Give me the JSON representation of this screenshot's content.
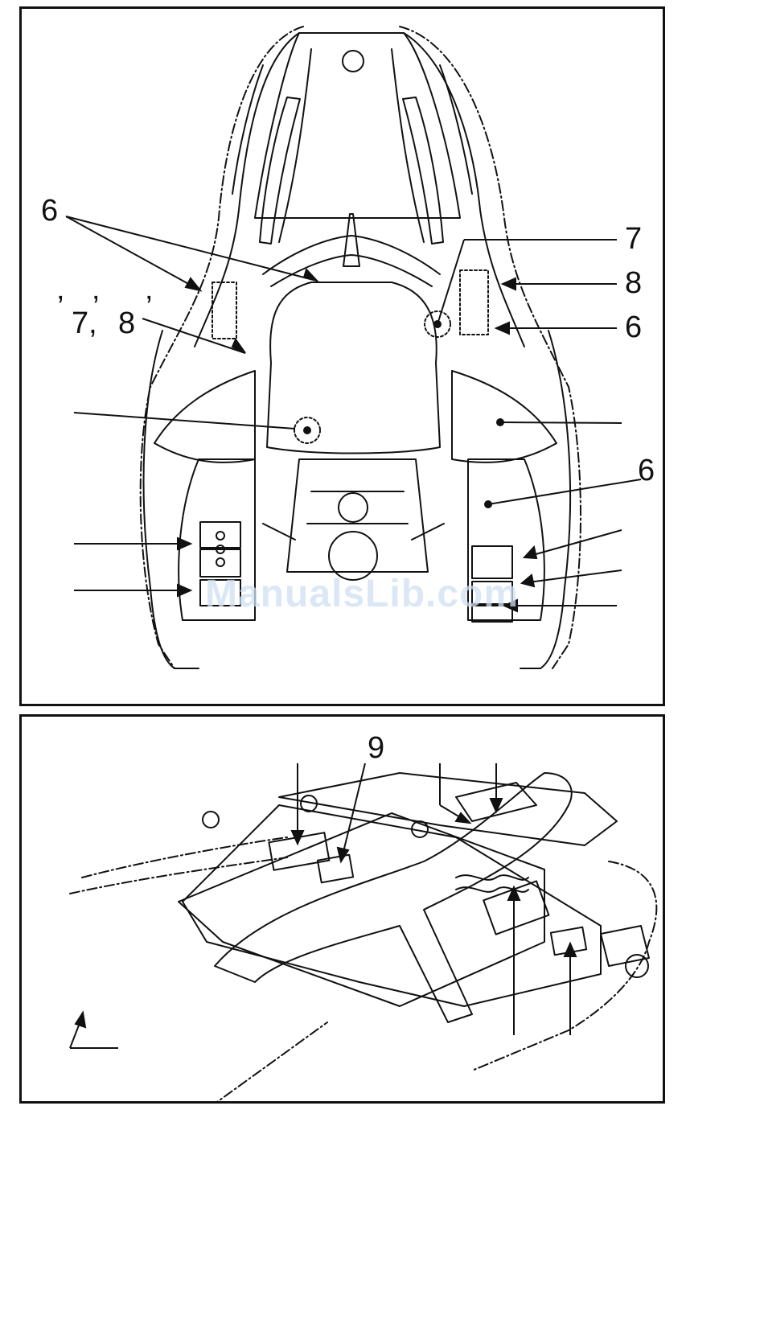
{
  "top_figure": {
    "callouts": [
      "6",
      "7",
      "8",
      "6",
      "6",
      "’",
      "7,",
      "8",
      "’",
      "’"
    ],
    "watermark": "ManualsLib.com"
  },
  "bottom_figure": {
    "callouts": [
      "9"
    ]
  }
}
